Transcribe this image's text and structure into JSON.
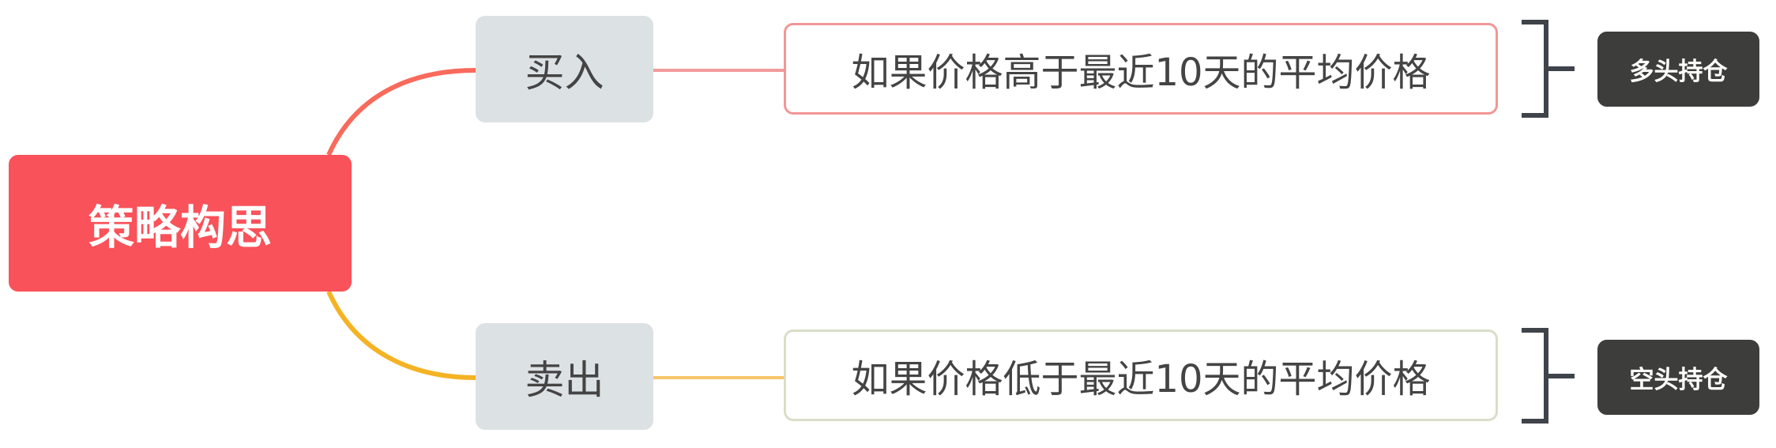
{
  "root": {
    "label": "策略构思"
  },
  "branches": [
    {
      "label": "买入",
      "condition": "如果价格高于最近10天的平均价格",
      "summary": "多头持仓",
      "color": "#f86a5c"
    },
    {
      "label": "卖出",
      "condition": "如果价格低于最近10天的平均价格",
      "summary": "空头持仓",
      "color": "#f5b324"
    }
  ]
}
